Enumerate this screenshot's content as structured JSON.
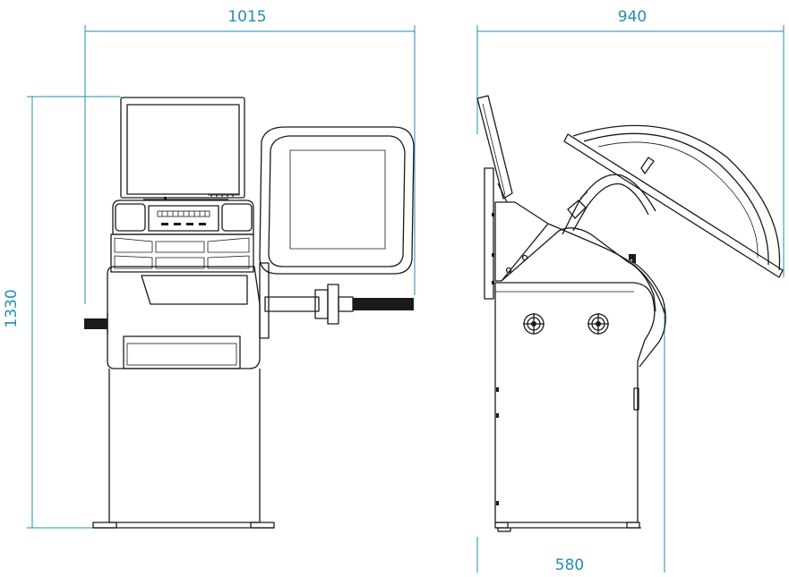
{
  "colors": {
    "dimension": "#1f8fb0",
    "line": "#1a1a1a",
    "background": "#ffffff"
  },
  "dimensions": {
    "front_width": "1015",
    "height": "1330",
    "side_depth": "940",
    "base_depth": "580"
  }
}
